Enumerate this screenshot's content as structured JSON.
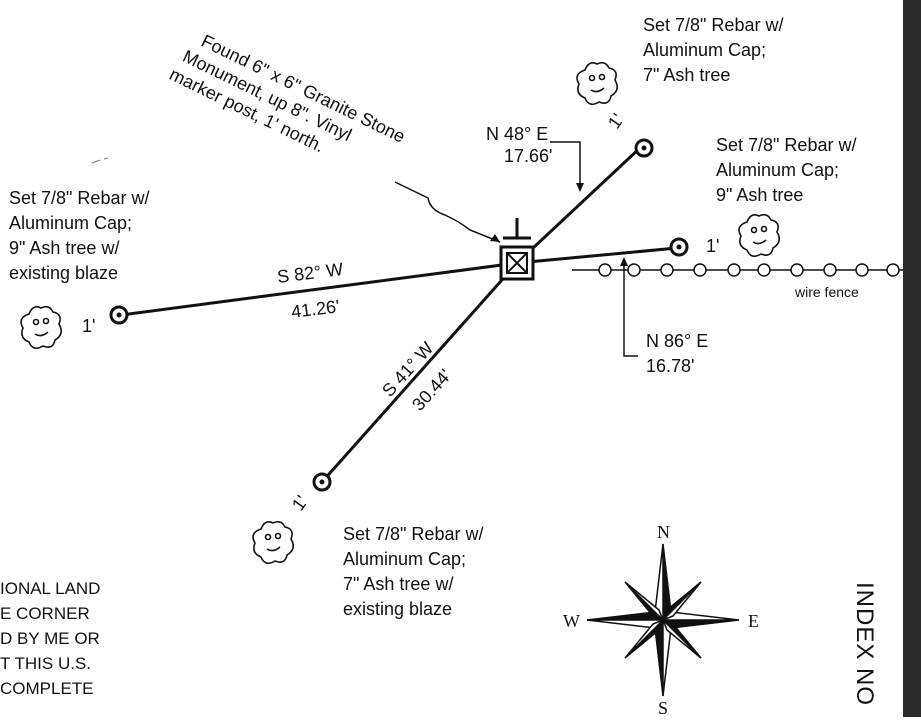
{
  "found_note": [
    "Found 6\" x 6\" Granite Stone",
    "Monument, up 8\".  Vinyl",
    "marker post, 1' north."
  ],
  "corners": {
    "nw": [
      "Set 7/8\" Rebar w/",
      "Aluminum Cap;",
      "7\" Ash tree"
    ],
    "w": [
      "Set 7/8\" Rebar w/",
      "Aluminum Cap;",
      "9\" Ash tree w/",
      "existing blaze"
    ],
    "e": [
      "Set 7/8\" Rebar w/",
      "Aluminum Cap;",
      "9\" Ash tree"
    ],
    "s": [
      "Set 7/8\" Rebar w/",
      "Aluminum Cap;",
      "7\" Ash tree w/",
      "existing blaze"
    ]
  },
  "bearings": {
    "ne": {
      "bearing": "N 48° E",
      "distance": "17.66'"
    },
    "w": {
      "bearing": "S 82° W",
      "distance": "41.26'"
    },
    "e": {
      "bearing": "N 86° E",
      "distance": "16.78'"
    },
    "sw": {
      "bearing": "S 41° W",
      "distance": "30.44'"
    }
  },
  "offsets": {
    "ne": "1'",
    "e": "1'",
    "w": "1'",
    "sw": "1'"
  },
  "fence_label": "wire fence",
  "compass": {
    "n": "N",
    "e": "E",
    "s": "S",
    "w": "W"
  },
  "certification_fragment": [
    "IONAL LAND",
    "E CORNER",
    "D BY ME OR",
    "T THIS U.S.",
    "COMPLETE"
  ],
  "side_title": "INDEX NO"
}
